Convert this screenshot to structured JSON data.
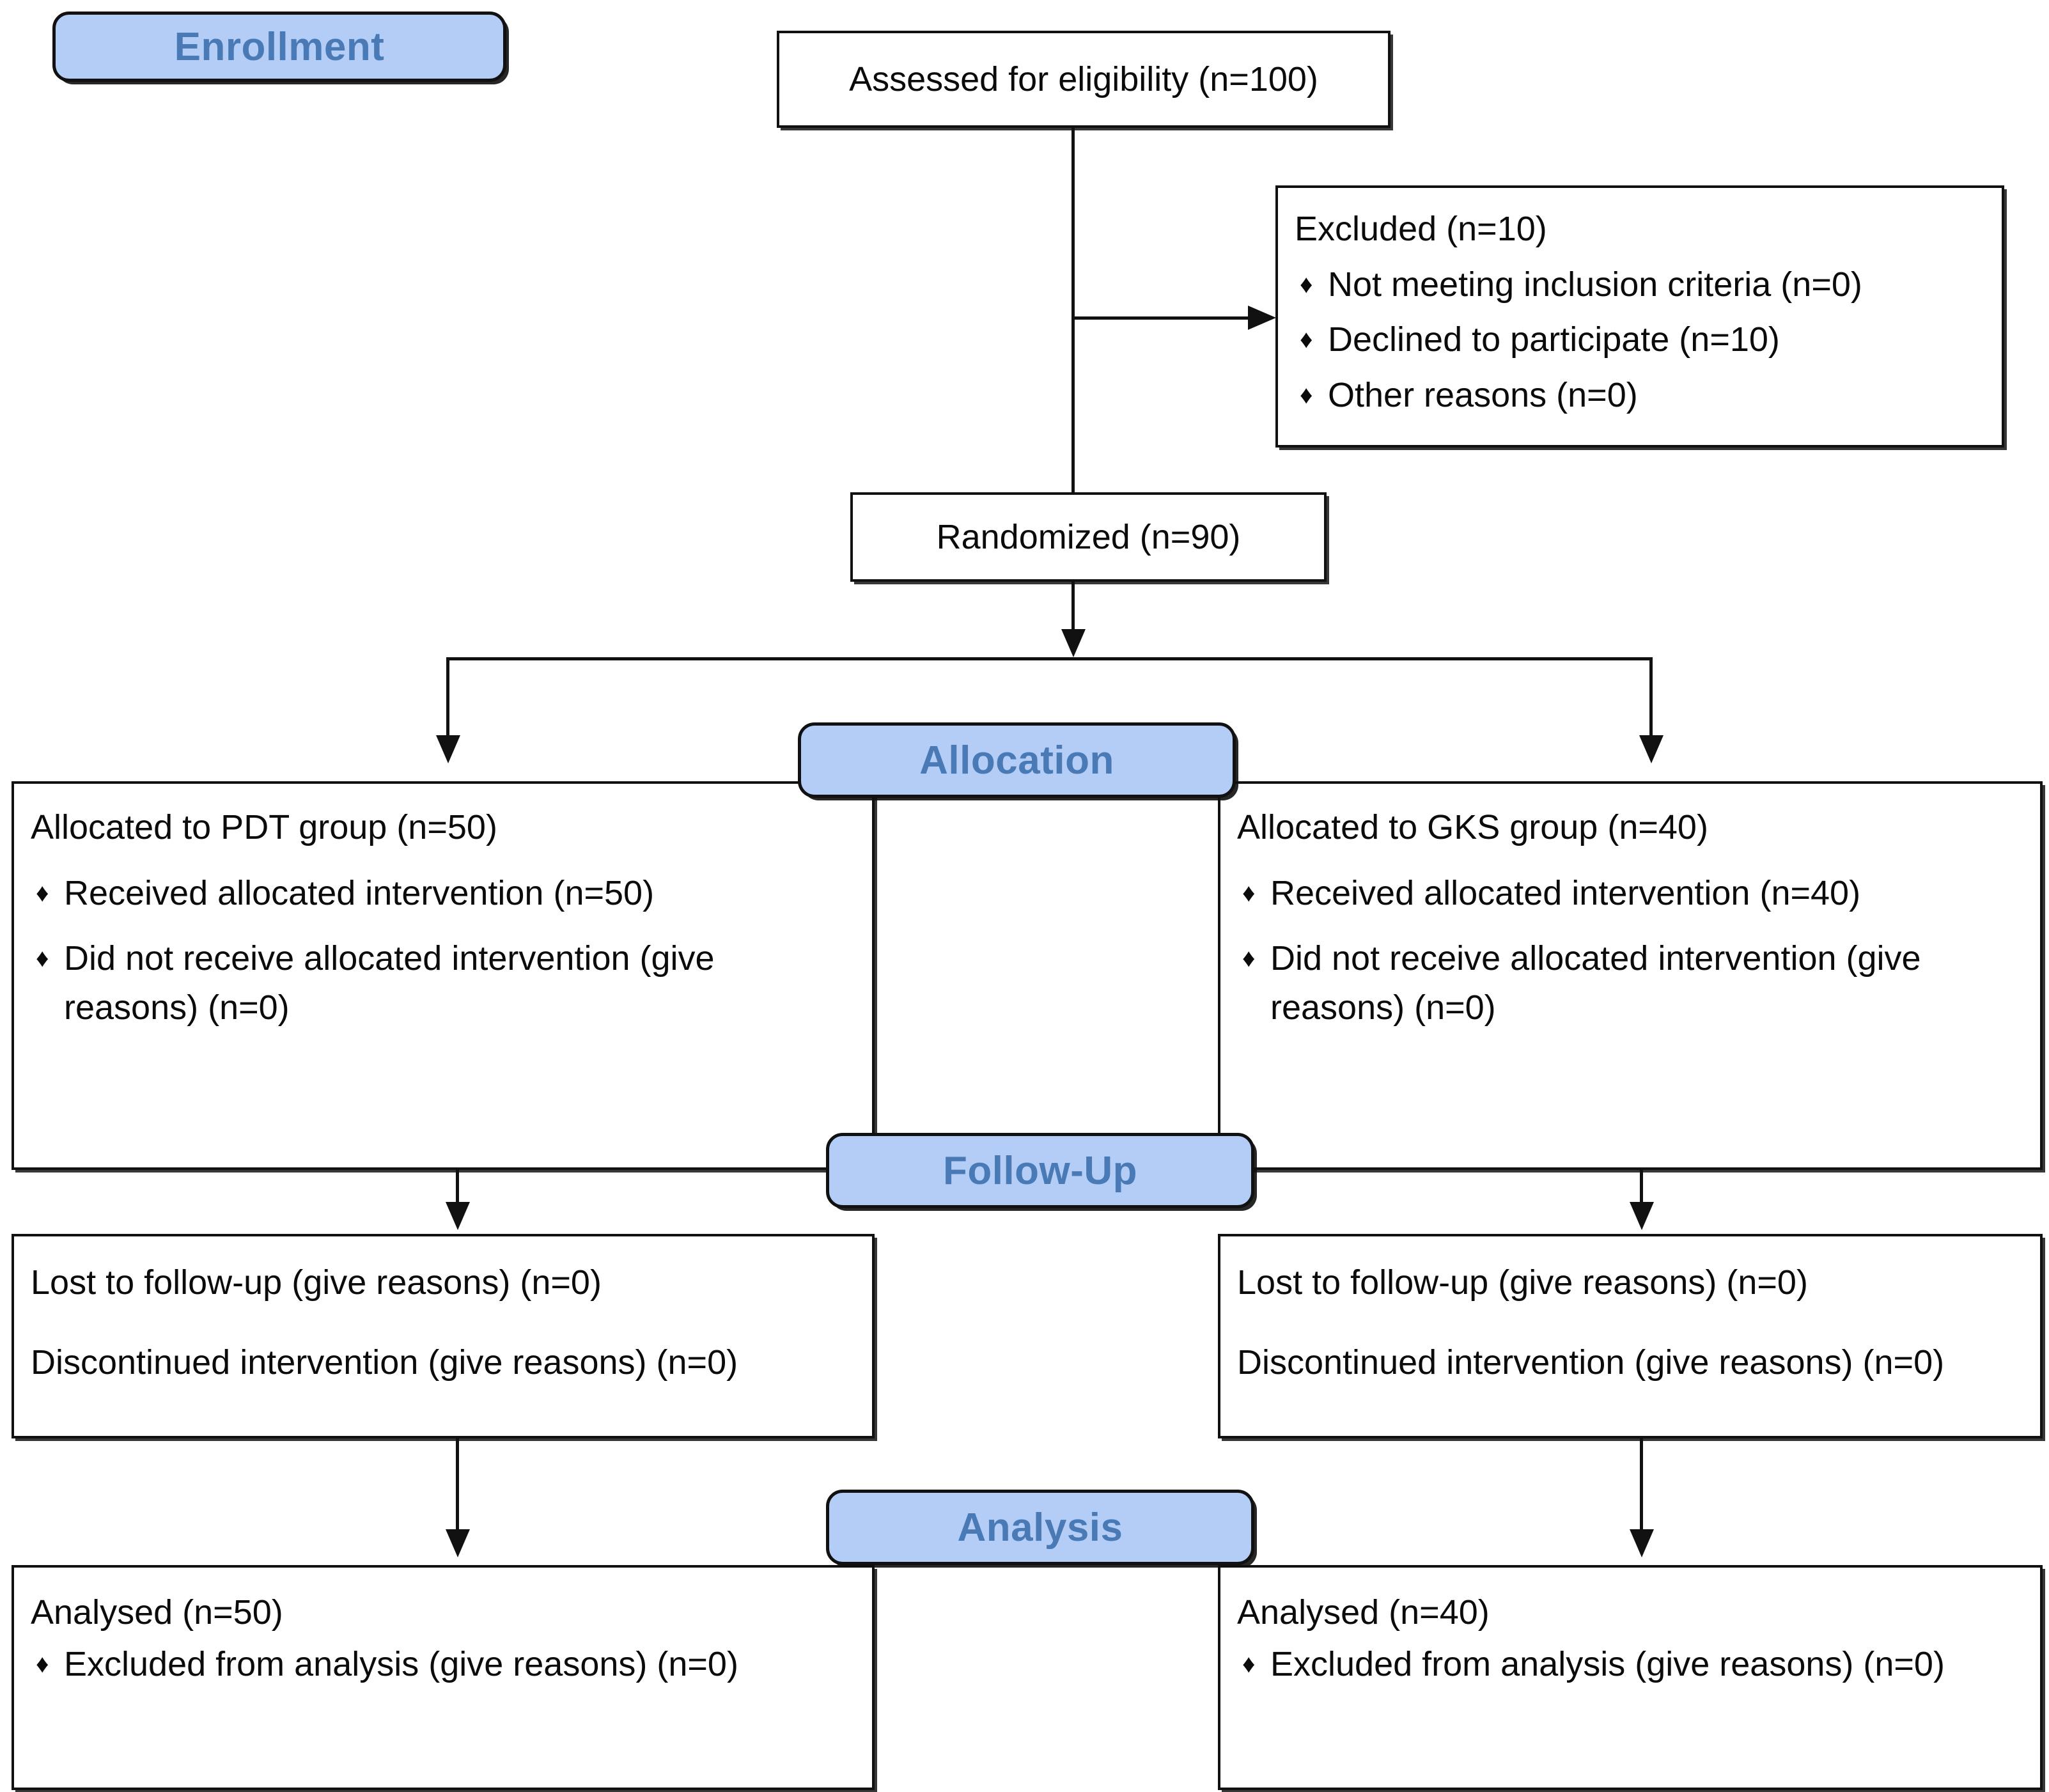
{
  "diagram": {
    "title": "CONSORT participant flow diagram",
    "colors": {
      "badge_fill": "#b3cdf7",
      "badge_text": "#4a7ab5",
      "box_border": "#111111",
      "box_fill": "#ffffff",
      "connector": "#111111"
    },
    "bullet_glyph": "♦"
  },
  "stages": {
    "enrollment": "Enrollment",
    "allocation": "Allocation",
    "follow_up": "Follow-Up",
    "analysis": "Analysis"
  },
  "nodes": {
    "assessed": {
      "text": "Assessed for eligibility (n=100)"
    },
    "excluded": {
      "heading": "Excluded (n=10)",
      "items": [
        "Not meeting inclusion criteria (n=0)",
        "Declined to participate (n=10)",
        "Other reasons (n=0)"
      ]
    },
    "randomized": {
      "text": "Randomized (n=90)"
    },
    "allocated_left": {
      "heading": "Allocated to PDT group (n=50)",
      "items": [
        "Received allocated intervention (n=50)",
        "Did not receive allocated intervention (give reasons) (n=0)"
      ]
    },
    "allocated_right": {
      "heading": "Allocated to GKS group (n=40)",
      "items": [
        "Received allocated intervention (n=40)",
        "Did not receive allocated intervention (give reasons) (n=0)"
      ]
    },
    "followup_left": {
      "line1": "Lost to follow-up (give reasons) (n=0)",
      "line2": "Discontinued intervention (give reasons) (n=0)"
    },
    "followup_right": {
      "line1": "Lost to follow-up (give reasons) (n=0)",
      "line2": "Discontinued intervention (give reasons) (n=0)"
    },
    "analysed_left": {
      "heading": "Analysed (n=50)",
      "items": [
        "Excluded from analysis (give reasons) (n=0)"
      ]
    },
    "analysed_right": {
      "heading": "Analysed (n=40)",
      "items": [
        "Excluded from analysis (give reasons) (n=0)"
      ]
    }
  }
}
